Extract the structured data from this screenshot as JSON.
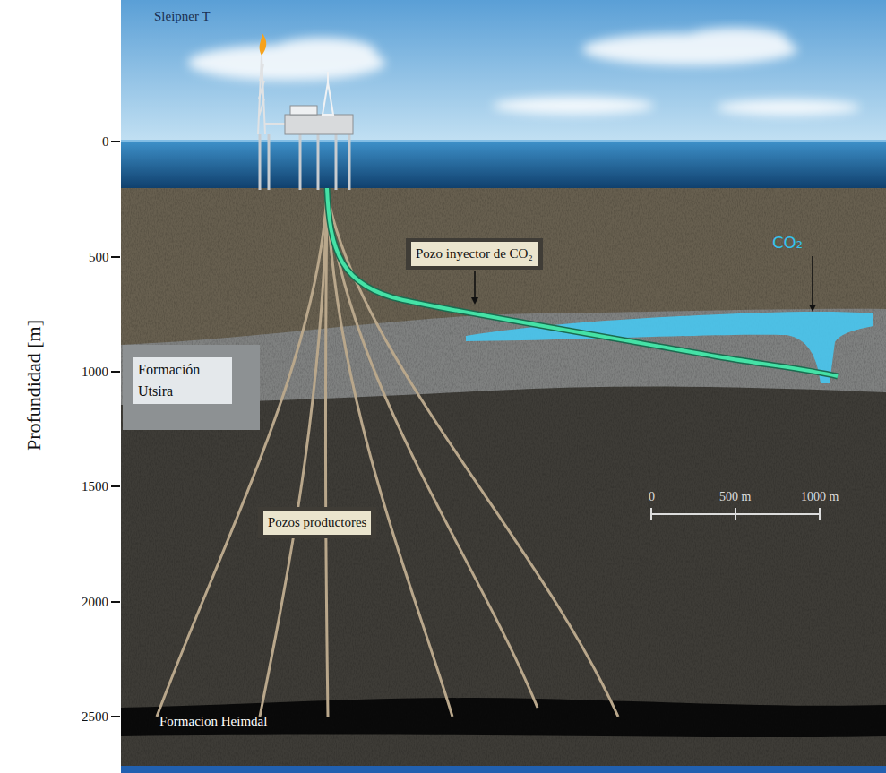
{
  "diagram": {
    "nodes": [
      {
        "text": [
          "Formación Utsira"
        ]
      },
      {
        "text": [
          "Pozo inyector de CO₂"
        ]
      },
      {
        "text": [
          "Pozos productores"
        ]
      }
    ],
    "labels": [
      "Sleipner T",
      "0",
      "500",
      "1000",
      "1500",
      "2000",
      "2500",
      "Profundidad [m]",
      "CO₂",
      "Formacion Heimdal",
      "0",
      "500 m",
      "1000 m"
    ]
  }
}
